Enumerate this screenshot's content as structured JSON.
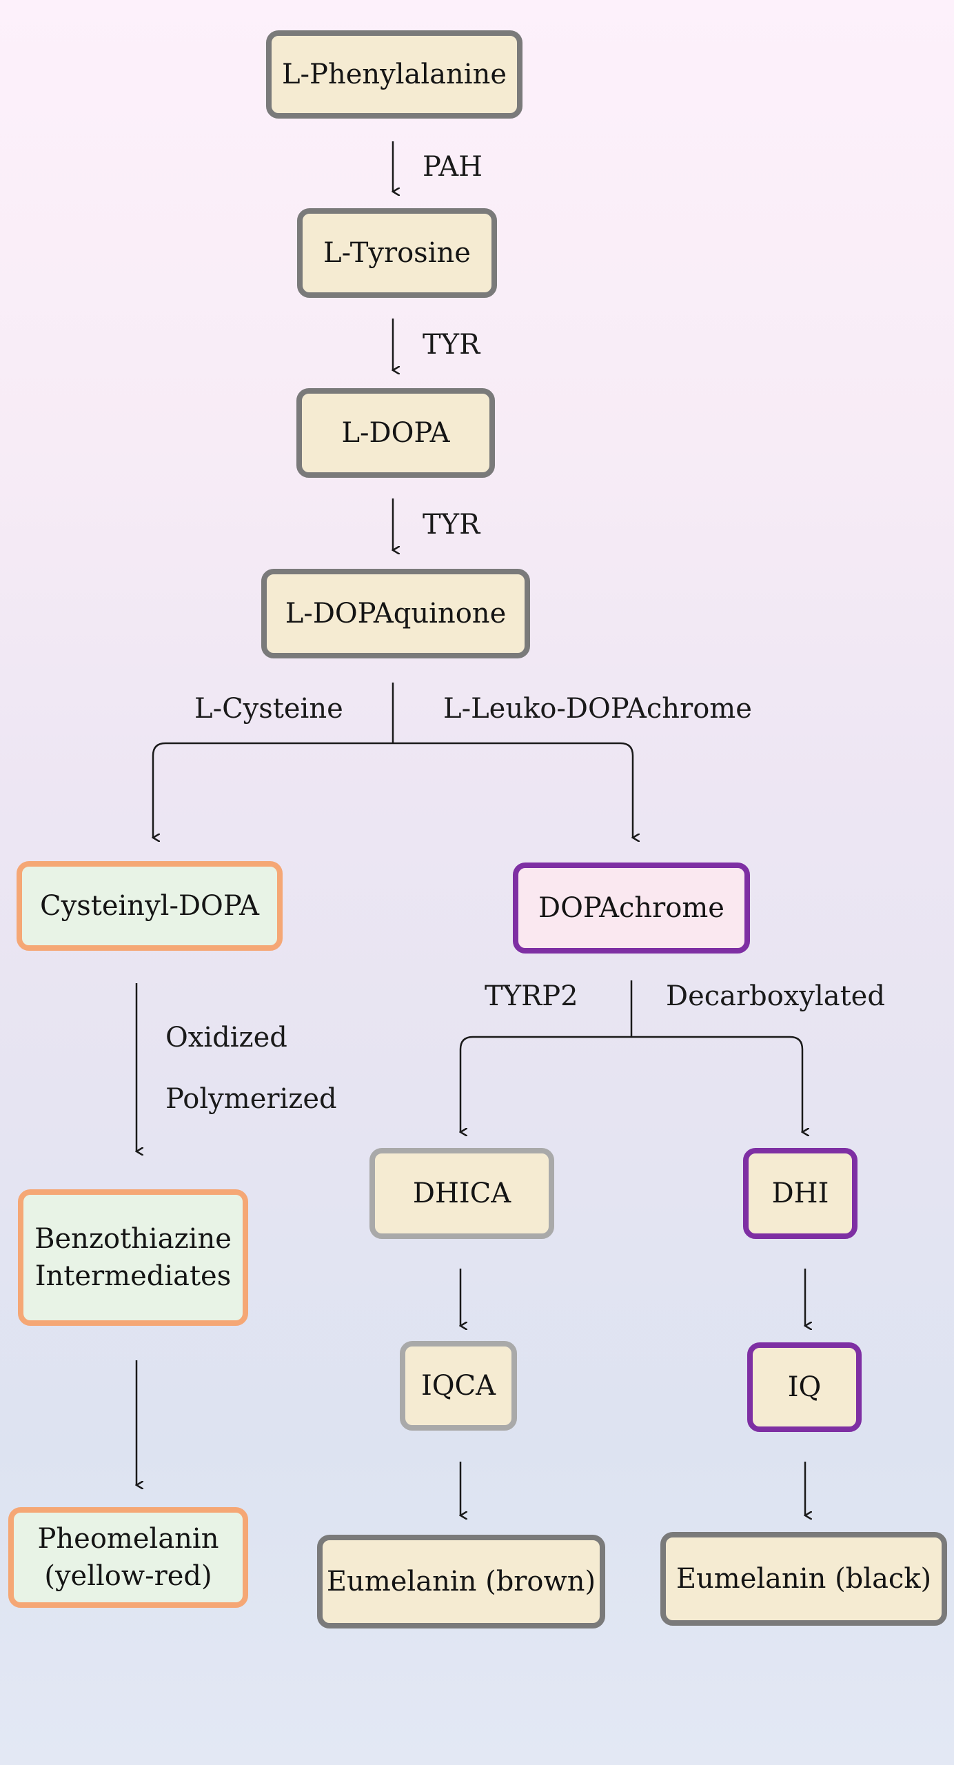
{
  "nodes": {
    "phenylalanine": "L-Phenylalanine",
    "tyrosine": "L-Tyrosine",
    "dopa": "L-DOPA",
    "dopaquinone": "L-DOPAquinone",
    "cysteinyl_dopa": "Cysteinyl-DOPA",
    "dopachrome": "DOPAchrome",
    "benzothiazine_line1": "Benzothiazine",
    "benzothiazine_line2": "Intermediates",
    "pheomelanin_line1": "Pheomelanin",
    "pheomelanin_line2": "(yellow-red)",
    "dhica": "DHICA",
    "dhi": "DHI",
    "iqca": "IQCA",
    "iq": "IQ",
    "eumelanin_brown": "Eumelanin (brown)",
    "eumelanin_black": "Eumelanin (black)"
  },
  "labels": {
    "pah": "PAH",
    "tyr1": "TYR",
    "tyr2": "TYR",
    "l_cysteine": "L-Cysteine",
    "leuko_dopachrome": "L-Leuko-DOPAchrome",
    "tyrp2": "TYRP2",
    "decarboxylated": "Decarboxylated",
    "oxidized": "Oxidized",
    "polymerized": "Polymerized"
  },
  "colors": {
    "gray_border": "#7a7a7a",
    "light_gray_border": "#a9a9a9",
    "orange_border": "#f5a775",
    "purple_border": "#7e2fa3",
    "cream_fill": "#f5ebd2",
    "mint_fill": "#e8f3e6",
    "pink_fill": "#fae8f0"
  }
}
